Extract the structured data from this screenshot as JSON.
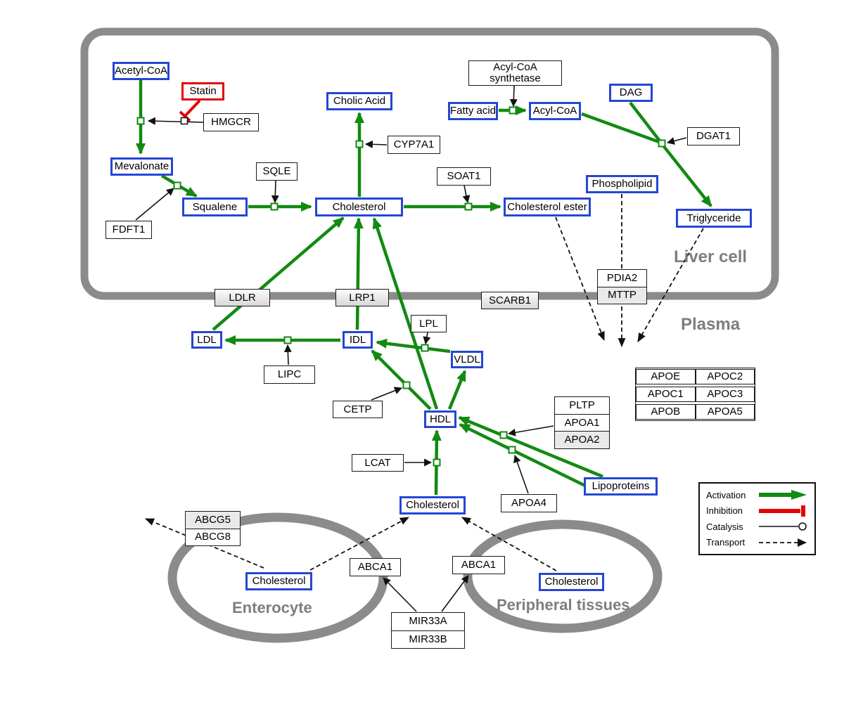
{
  "compartments": {
    "liver": "Liver cell",
    "plasma": "Plasma",
    "enterocyte": "Enterocyte",
    "peripheral": "Peripheral tissues"
  },
  "nodes": {
    "acetyl_coa": "Acetyl-CoA",
    "statin": "Statin",
    "hmgcr": "HMGCR",
    "mevalonate": "Mevalonate",
    "sqle": "SQLE",
    "fdft1": "FDFT1",
    "squalene": "Squalene",
    "cholic_acid": "Cholic Acid",
    "cyp7a1": "CYP7A1",
    "cholesterol_liver": "Cholesterol",
    "soat1": "SOAT1",
    "cholesterol_ester": "Cholesterol ester",
    "fatty_acid": "Fatty acid",
    "acyl_coa_synthetase_line1": "Acyl-CoA",
    "acyl_coa_synthetase_line2": "synthetase",
    "acyl_coa": "Acyl-CoA",
    "dag": "DAG",
    "dgat1": "DGAT1",
    "phospholipid": "Phospholipid",
    "triglyceride": "Triglyceride",
    "pdia2": "PDIA2",
    "mttp": "MTTP",
    "ldlr": "LDLR",
    "lrp1": "LRP1",
    "scarb1": "SCARB1",
    "ldl": "LDL",
    "idl": "IDL",
    "vldl": "VLDL",
    "hdl": "HDL",
    "lipc": "LIPC",
    "lpl": "LPL",
    "cetp": "CETP",
    "lcat": "LCAT",
    "cholesterol_plasma": "Cholesterol",
    "pltp": "PLTP",
    "apoa1": "APOA1",
    "apoa2": "APOA2",
    "apoa4": "APOA4",
    "lipoproteins": "Lipoproteins",
    "apoe": "APOE",
    "apoc2": "APOC2",
    "apoc1": "APOC1",
    "apoc3": "APOC3",
    "apob": "APOB",
    "apoa5": "APOA5",
    "abcg5": "ABCG5",
    "abcg8": "ABCG8",
    "cholesterol_enterocyte": "Cholesterol",
    "abca1_enterocyte": "ABCA1",
    "abca1_peripheral": "ABCA1",
    "cholesterol_peripheral": "Cholesterol",
    "mir33a": "MIR33A",
    "mir33b": "MIR33B"
  },
  "legend": {
    "activation": "Activation",
    "inhibition": "Inhibition",
    "catalysis": "Catalysis",
    "transport": "Transport"
  },
  "colors": {
    "activation": "#128a12",
    "inhibition": "#e30505",
    "metabolite_border": "#2646d4",
    "membrane_gray": "#8b8b8b"
  }
}
